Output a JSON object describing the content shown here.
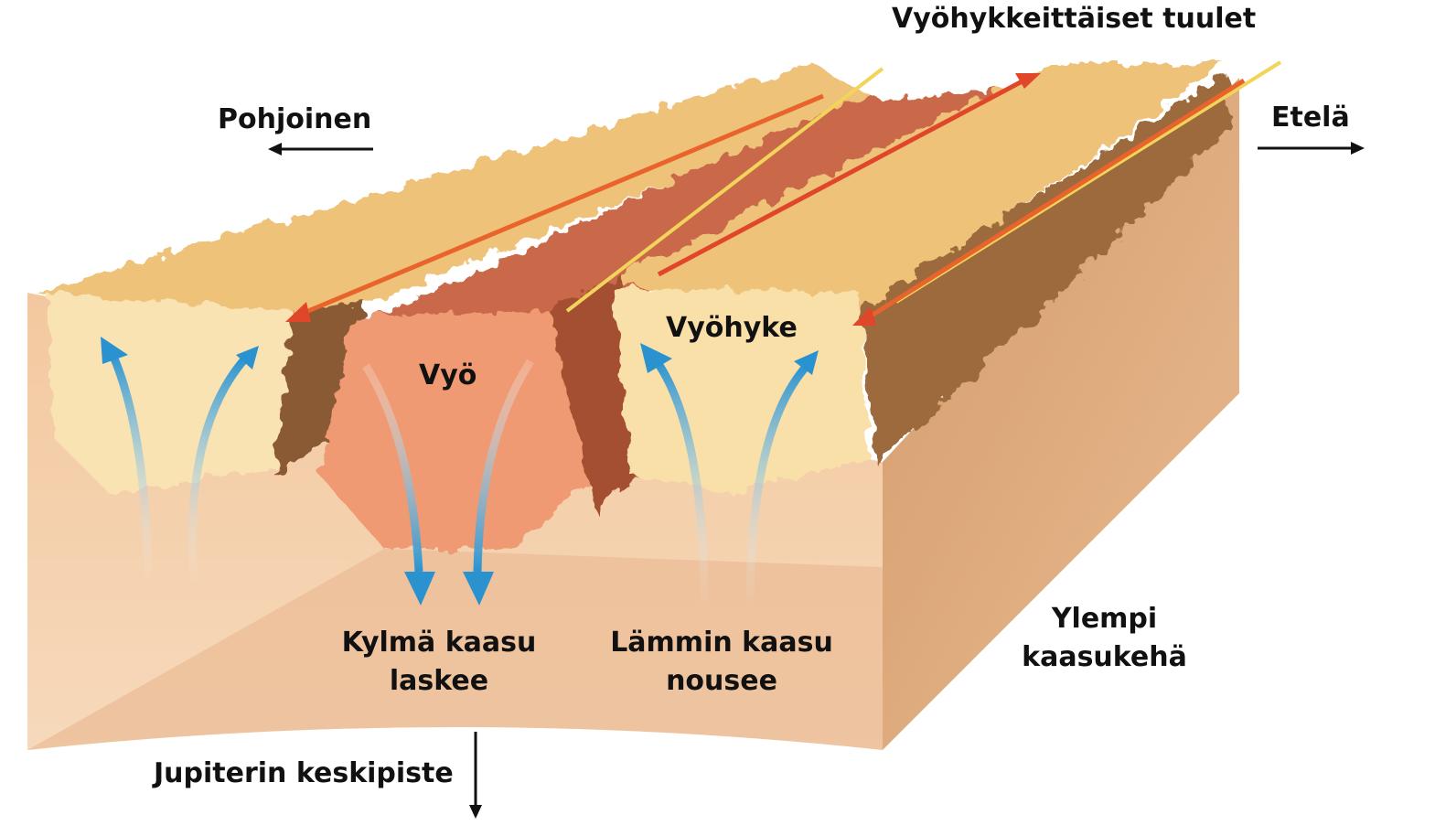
{
  "labels": {
    "zonal_winds": "Vyöhykkeittäiset tuulet",
    "north": "Pohjoinen",
    "south": "Etelä",
    "zone": "Vyöhyke",
    "belt": "Vyö",
    "cold_gas_1": "Kylmä kaasu",
    "cold_gas_2": "laskee",
    "warm_gas_1": "Lämmin kaasu",
    "warm_gas_2": "nousee",
    "upper_atmosphere_1": "Ylempi",
    "upper_atmosphere_2": "kaasukehä",
    "center": "Jupiterin keskipiste"
  },
  "colors": {
    "front_face": "#f0c39a",
    "side_face": "#d9a478",
    "zone_cloud": "#f3cf85",
    "belt_cloud": "#cf6a4c",
    "arrow_blue": "#2a93cf",
    "wind_red": "#e0462a",
    "wind_yellow": "#f2d45a"
  }
}
